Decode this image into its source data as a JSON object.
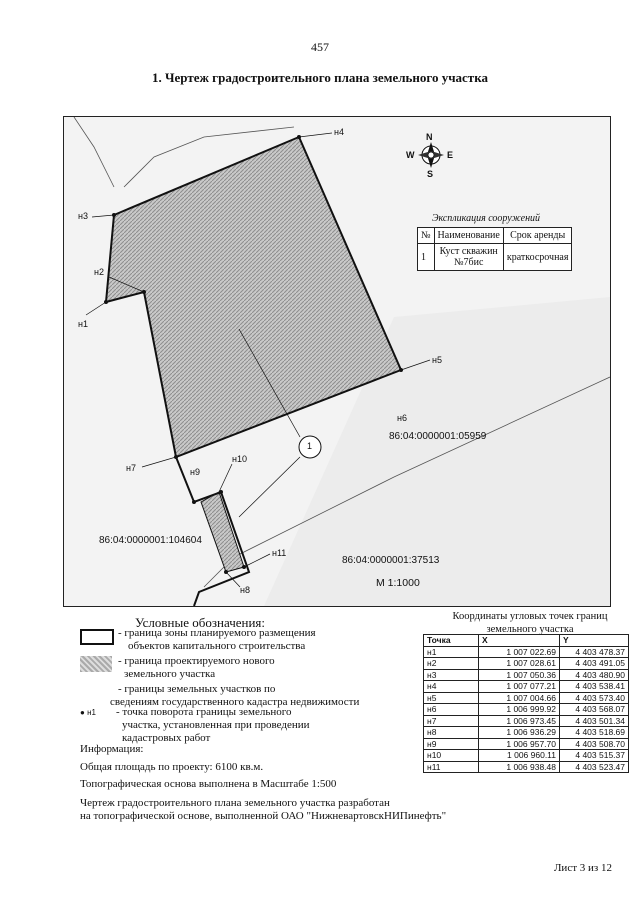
{
  "page_number": "457",
  "title": "1. Чертеж градостроительного плана земельного участка",
  "map": {
    "compass": {
      "n": "N",
      "s": "S",
      "w": "W",
      "e": "E"
    },
    "points": [
      "н1",
      "н2",
      "н3",
      "н4",
      "н5",
      "н6",
      "н7",
      "н8",
      "н9",
      "н10",
      "н11"
    ],
    "callout": "1",
    "cadastral": [
      "86:04:0000001:05959",
      "86:04:0000001:104604",
      "86:04:0000001:37513"
    ],
    "scale": "М 1:1000"
  },
  "explication": {
    "title": "Экспликация сооружений",
    "headers": [
      "№",
      "Наименование",
      "Срок аренды"
    ],
    "row": {
      "num": "1",
      "name_line1": "Куст скважин",
      "name_line2": "№7бис",
      "term": "краткосрочная"
    }
  },
  "legend": {
    "title": "Условные обозначения:",
    "item1_line1": "- граница зоны планируемого размещения",
    "item1_line2": "объектов капитального строительства",
    "item2_line1": "- граница проектируемого нового",
    "item2_line2": "земельного участка",
    "item3_line1": "- границы земельных участков по",
    "item3_line2": "сведениям государственного кадастра недвижимости",
    "item4_marker": "н1",
    "item4_line1": "- точка поворота границы земельного",
    "item4_line2": "участка, установленная при проведении",
    "item4_line3": "кадастровых работ"
  },
  "info": {
    "heading": "Информация:",
    "area": "Общая площадь по проекту: 6100 кв.м.",
    "topo": "Топографическая основа выполнена в Масштабе 1:500",
    "footer_line1": "Чертеж градостроительного плана земельного участка разработан",
    "footer_line2": "на топографической основе, выполненной ОАО \"НижневартовскНИПинефть\""
  },
  "coordinates": {
    "title_line1": "Координаты угловых точек границ",
    "title_line2": "земельного участка",
    "headers": [
      "Точка",
      "X",
      "Y"
    ],
    "rows": [
      [
        "н1",
        "1 007 022.69",
        "4 403 478.37"
      ],
      [
        "н2",
        "1 007 028.61",
        "4 403 491.05"
      ],
      [
        "н3",
        "1 007 050.36",
        "4 403 480.90"
      ],
      [
        "н4",
        "1 007 077.21",
        "4 403 538.41"
      ],
      [
        "н5",
        "1 007 004.66",
        "4 403 573.40"
      ],
      [
        "н6",
        "1 006 999.92",
        "4 403 568.07"
      ],
      [
        "н7",
        "1 006 973.45",
        "4 403 501.34"
      ],
      [
        "н8",
        "1 006 936.29",
        "4 403 518.69"
      ],
      [
        "н9",
        "1 006 957.70",
        "4 403 508.70"
      ],
      [
        "н10",
        "1 006 960.11",
        "4 403 515.37"
      ],
      [
        "н11",
        "1 006 938.48",
        "4 403 523.47"
      ]
    ]
  },
  "sheet": "Лист 3 из 12"
}
